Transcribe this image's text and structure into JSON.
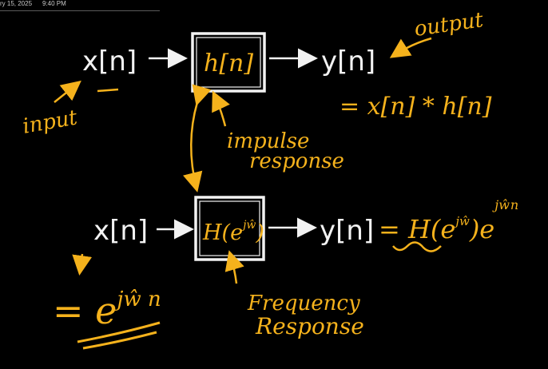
{
  "header": {
    "date": "ry 15, 2025",
    "time": "9:40 PM"
  },
  "colors": {
    "ink_white": "#f2f2f2",
    "ink_yellow": "#f5b21c",
    "background": "#000000"
  },
  "system_top": {
    "input_signal": "x[n]",
    "block": "h[n]",
    "output_signal": "y[n]",
    "output_equation": "= x[n] * h[n]"
  },
  "system_bottom": {
    "input_signal": "x[n]",
    "block": "H(e",
    "block_sup": "jŵ",
    "block_close": ")",
    "output_signal": "y[n]",
    "output_equation": "= H(e",
    "output_eq_sup": "jŵ",
    "output_eq_mid": ")e",
    "output_eq_sup2": "jŵn",
    "input_equation": "= e",
    "input_eq_sup": "jŵ n"
  },
  "annotations": {
    "input": "input",
    "output": "output",
    "impulse_line1": "impulse",
    "impulse_line2": "response",
    "freq_line1": "Frequency",
    "freq_line2": "Response"
  }
}
